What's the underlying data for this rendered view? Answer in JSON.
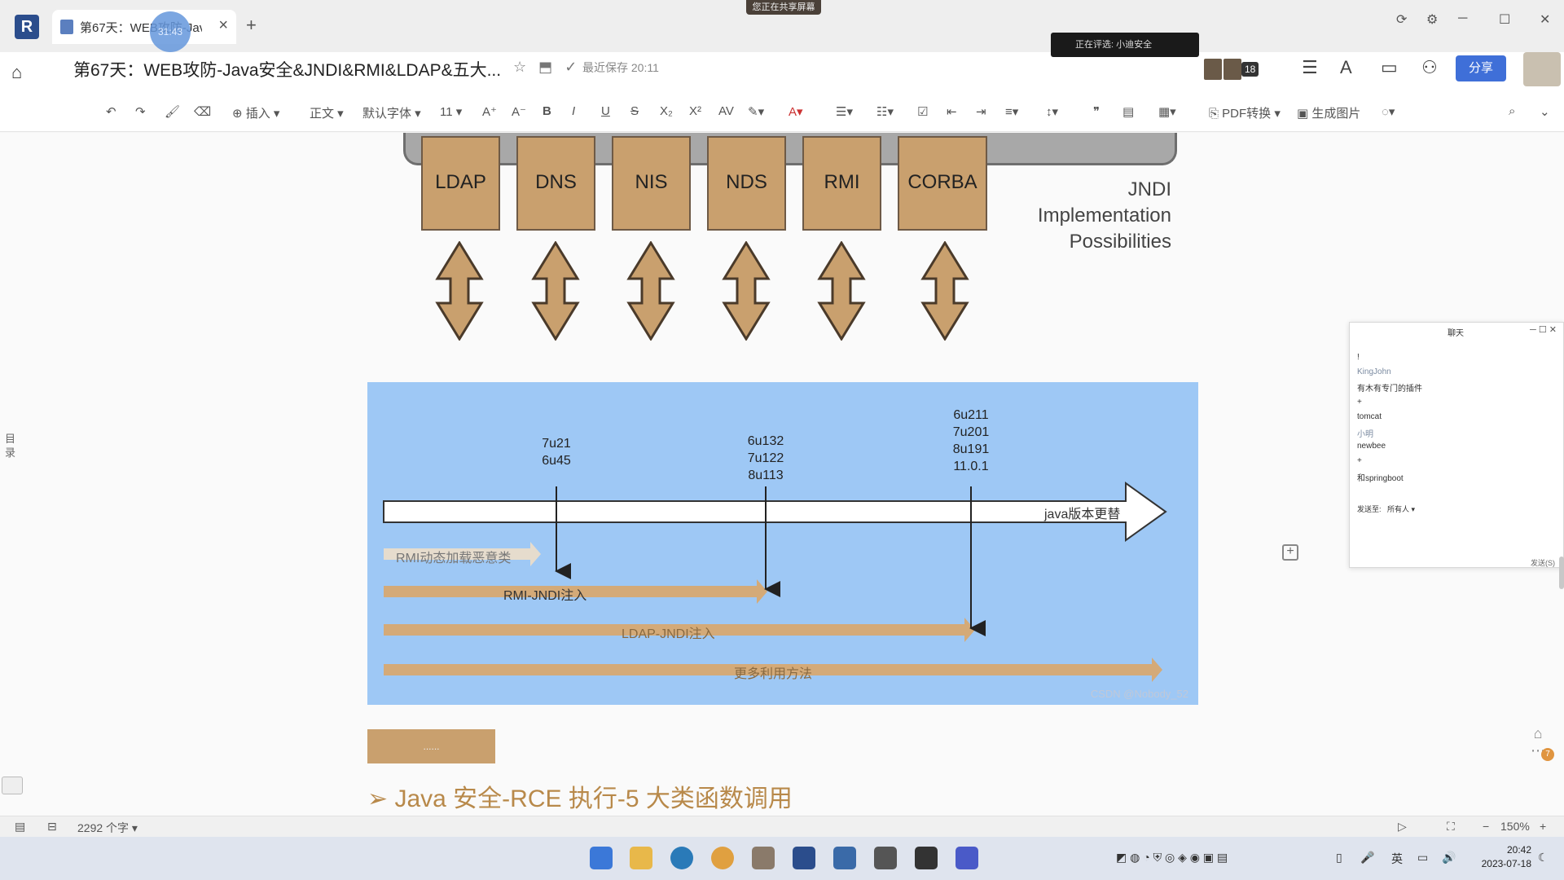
{
  "tab": {
    "title": "第67天：WEB攻防-Java安全&JNDI&RMI&LDAP&五大...",
    "close": "×",
    "new": "+",
    "timer": "31:43"
  },
  "share_banner": "您正在共享屏幕",
  "header": {
    "title": "第67天：WEB攻防-Java安全&JNDI&RMI&LDAP&五大...",
    "save_status": "最近保存 20:11",
    "reviewer": "正在评选: 小迪安全",
    "avatar_count": "18",
    "share": "分享"
  },
  "toolbar": {
    "insert": "插入",
    "style": "正文",
    "font": "默认字体",
    "size": "11",
    "pdf": "PDF转换",
    "image": "生成图片"
  },
  "jndi": {
    "impls": [
      "LDAP",
      "DNS",
      "NIS",
      "NDS",
      "RMI",
      "CORBA"
    ],
    "caption": [
      "JNDI",
      "Implementation",
      "Possibilities"
    ]
  },
  "timeline": {
    "versions": {
      "v1": [
        "7u21",
        "6u45"
      ],
      "v2": [
        "6u132",
        "7u122",
        "8u113"
      ],
      "v3": [
        "6u211",
        "7u201",
        "8u191",
        "11.0.1"
      ]
    },
    "main_label": "java版本更替",
    "rmi_dynamic": "RMI动态加载恶意类",
    "rmi_jndi": "RMI-JNDI注入",
    "ldap_jndi": "LDAP-JNDI注入",
    "more": "更多利用方法",
    "watermark": "CSDN @Nobody_52"
  },
  "gold_block": "......",
  "section_heading": "➢ Java 安全-RCE 执行-5 大类函数调用",
  "chat": {
    "title": "聊天",
    "messages": [
      "!",
      "KingJohn",
      "有木有专门的插件",
      "+",
      "tomcat",
      "小明",
      "newbee",
      "+",
      "和springboot"
    ],
    "recipient_label": "发送至:",
    "recipient_value": "所有人",
    "send": "发送(S)"
  },
  "toc": "目录",
  "statusbar": {
    "word_count": "2292 个字",
    "zoom": "150%"
  },
  "clock": {
    "time": "20:42",
    "date": "2023-07-18"
  },
  "tray": {
    "ime": "英"
  },
  "colors": {
    "accent": "#3f6fd8",
    "gold": "#c9a06e",
    "panel_blue": "#9ec8f5",
    "heading": "#b8894a"
  }
}
